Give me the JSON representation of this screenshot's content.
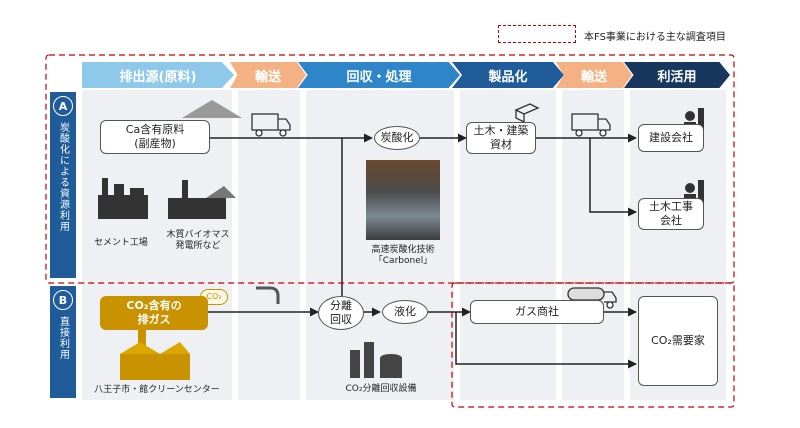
{
  "legend": {
    "label": "本FS事業における主な調査項目"
  },
  "banners": [
    "排出源(原料)",
    "輸送",
    "回収・処理",
    "製品化",
    "輸送",
    "利活用"
  ],
  "rows": {
    "a": {
      "letter": "A",
      "label": "炭酸化による資源利用"
    },
    "b": {
      "letter": "B",
      "label": "直接利用"
    }
  },
  "nodes": {
    "ca_source": "Ca含有原料\n(副産物)",
    "cement": "セメント工場",
    "biomass": "木質バイオマス\n発電所など",
    "carbonation": "炭酸化",
    "carbonel": "高速炭酸化技術\n「Carbonel」",
    "civil_material": "土木・建築\n資材",
    "construction_co": "建設会社",
    "civil_co": "土木工事\n会社",
    "co2_gas": "CO₂含有の\n排ガス",
    "hachioji": "八王子市・館クリーンセンター",
    "separation": "分離\n回収",
    "liquefaction": "液化",
    "co2_facility": "CO₂分離回収設備",
    "gas_trader": "ガス商社",
    "co2_demand": "CO₂需要家",
    "co2_badge": "CO₂"
  },
  "colors": {
    "banner_light": "#8ec8ea",
    "banner_orange": "#f4b183",
    "banner_mid": "#2e86c9",
    "banner_dark": "#1f5c99",
    "banner_navy": "#17375e",
    "accent_gold": "#c89200",
    "dash_red": "#c00000"
  }
}
